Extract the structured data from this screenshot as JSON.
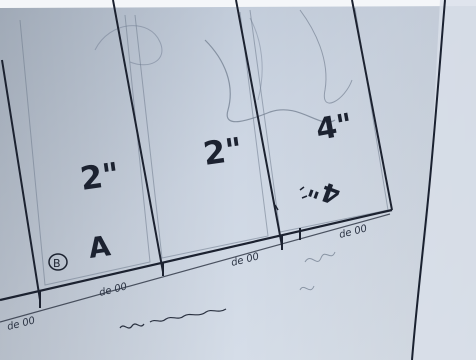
{
  "photo": {
    "subject": "",
    "labels": {
      "dim_left": "2\"",
      "dim_middle": "2\"",
      "dim_right_top": "4\"",
      "dim_right_lower": "4\"",
      "mark_left_a": "A",
      "mark_left_circle": "B"
    },
    "handwriting": {
      "left_tick": "de 00",
      "middle_tick": "de 00",
      "right_tick": "de 00",
      "edge_mark": "de 00"
    },
    "colors": {
      "paper": "#c8d2e0",
      "paper_dark": "#9eabbc",
      "ink": "#1c2230",
      "pencil": "#5b6677",
      "background": "#ffffff"
    }
  }
}
